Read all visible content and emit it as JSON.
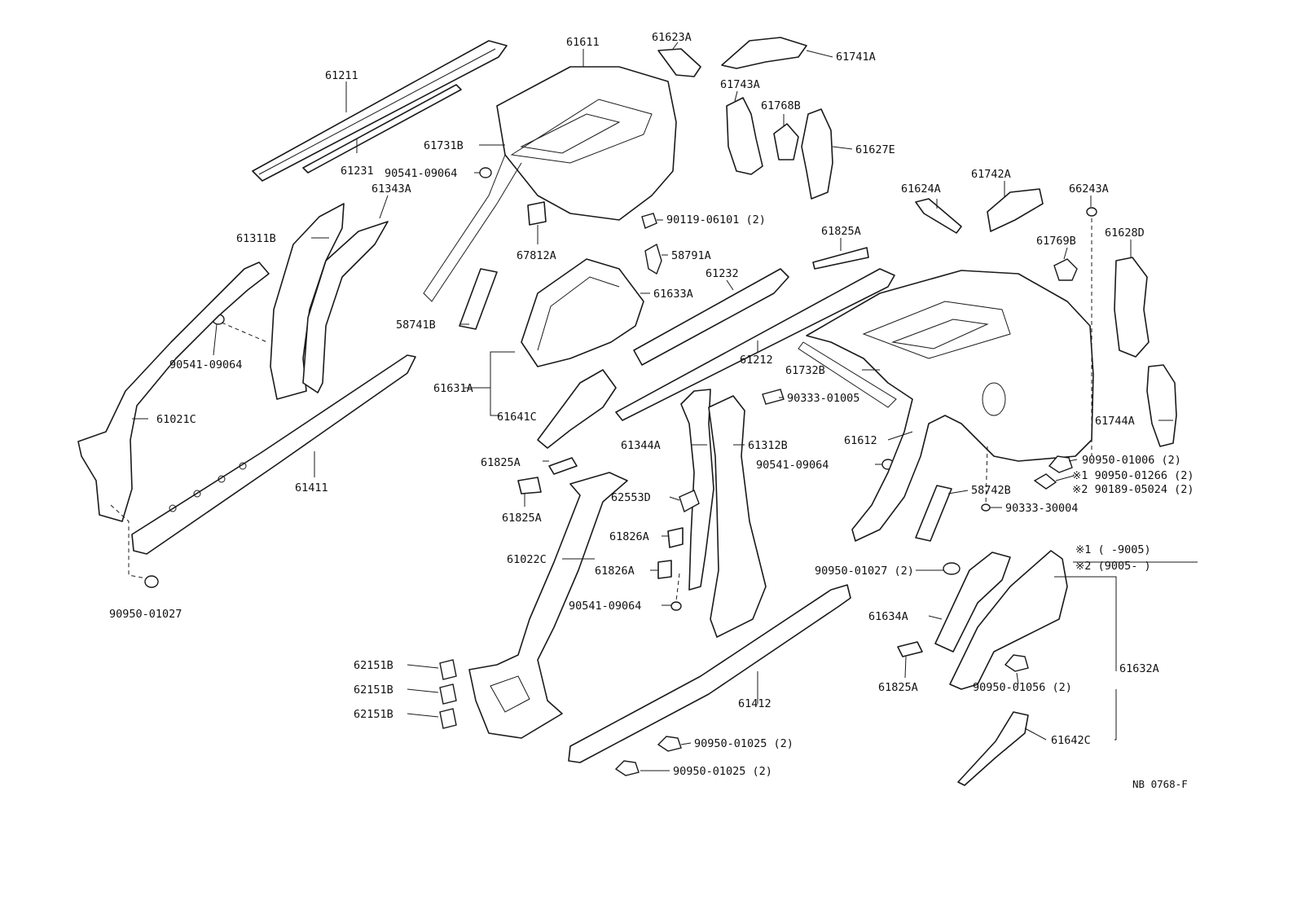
{
  "diagram": {
    "code": "NB 0768-F",
    "legend": {
      "line1": "※1 (      -9005)",
      "line2": "※2 (9005-       )"
    },
    "labels": [
      {
        "id": "61211",
        "text": "61211"
      },
      {
        "id": "61231",
        "text": "61231"
      },
      {
        "id": "61611",
        "text": "61611"
      },
      {
        "id": "61623A",
        "text": "61623A"
      },
      {
        "id": "61741A",
        "text": "61741A"
      },
      {
        "id": "61743A",
        "text": "61743A"
      },
      {
        "id": "61768B",
        "text": "61768B"
      },
      {
        "id": "61627E",
        "text": "61627E"
      },
      {
        "id": "61731B",
        "text": "61731B"
      },
      {
        "id": "90541-09064-a",
        "text": "90541-09064"
      },
      {
        "id": "61343A",
        "text": "61343A"
      },
      {
        "id": "61311B",
        "text": "61311B"
      },
      {
        "id": "90119-06101",
        "text": "90119-06101 (2)"
      },
      {
        "id": "67812A",
        "text": "67812A"
      },
      {
        "id": "58791A",
        "text": "58791A"
      },
      {
        "id": "61624A",
        "text": "61624A"
      },
      {
        "id": "61742A",
        "text": "61742A"
      },
      {
        "id": "66243A",
        "text": "66243A"
      },
      {
        "id": "61825A-a",
        "text": "61825A"
      },
      {
        "id": "61769B",
        "text": "61769B"
      },
      {
        "id": "61628D",
        "text": "61628D"
      },
      {
        "id": "61232",
        "text": "61232"
      },
      {
        "id": "61633A",
        "text": "61633A"
      },
      {
        "id": "58741B",
        "text": "58741B"
      },
      {
        "id": "90541-09064-b",
        "text": "90541-09064"
      },
      {
        "id": "61212",
        "text": "61212"
      },
      {
        "id": "61732B",
        "text": "61732B"
      },
      {
        "id": "61631A",
        "text": "61631A"
      },
      {
        "id": "90333-01005",
        "text": "90333-01005"
      },
      {
        "id": "61641C",
        "text": "61641C"
      },
      {
        "id": "61021C",
        "text": "61021C"
      },
      {
        "id": "61744A",
        "text": "61744A"
      },
      {
        "id": "61344A",
        "text": "61344A"
      },
      {
        "id": "61312B",
        "text": "61312B"
      },
      {
        "id": "61612",
        "text": "61612"
      },
      {
        "id": "61825A-b",
        "text": "61825A"
      },
      {
        "id": "90541-09064-c",
        "text": "90541-09064"
      },
      {
        "id": "90950-01006",
        "text": "90950-01006 (2)"
      },
      {
        "id": "90950-01266",
        "text": "※1 90950-01266 (2)"
      },
      {
        "id": "90189-05024",
        "text": "※2 90189-05024 (2)"
      },
      {
        "id": "61411",
        "text": "61411"
      },
      {
        "id": "58742B",
        "text": "58742B"
      },
      {
        "id": "62553D",
        "text": "62553D"
      },
      {
        "id": "61825A-c",
        "text": "61825A"
      },
      {
        "id": "90333-30004",
        "text": "90333-30004"
      },
      {
        "id": "61826A-a",
        "text": "61826A"
      },
      {
        "id": "61022C",
        "text": "61022C"
      },
      {
        "id": "90950-01027-a",
        "text": "90950-01027 (2)"
      },
      {
        "id": "61826A-b",
        "text": "61826A"
      },
      {
        "id": "90541-09064-d",
        "text": "90541-09064"
      },
      {
        "id": "90950-01027-b",
        "text": "90950-01027"
      },
      {
        "id": "61634A",
        "text": "61634A"
      },
      {
        "id": "62151B-a",
        "text": "62151B"
      },
      {
        "id": "61632A",
        "text": "61632A"
      },
      {
        "id": "62151B-b",
        "text": "62151B"
      },
      {
        "id": "61825A-d",
        "text": "61825A"
      },
      {
        "id": "90950-01056",
        "text": "90950-01056 (2)"
      },
      {
        "id": "62151B-c",
        "text": "62151B"
      },
      {
        "id": "61412",
        "text": "61412"
      },
      {
        "id": "90950-01025-a",
        "text": "90950-01025 (2)"
      },
      {
        "id": "61642C",
        "text": "61642C"
      },
      {
        "id": "90950-01025-b",
        "text": "90950-01025 (2)"
      }
    ]
  }
}
